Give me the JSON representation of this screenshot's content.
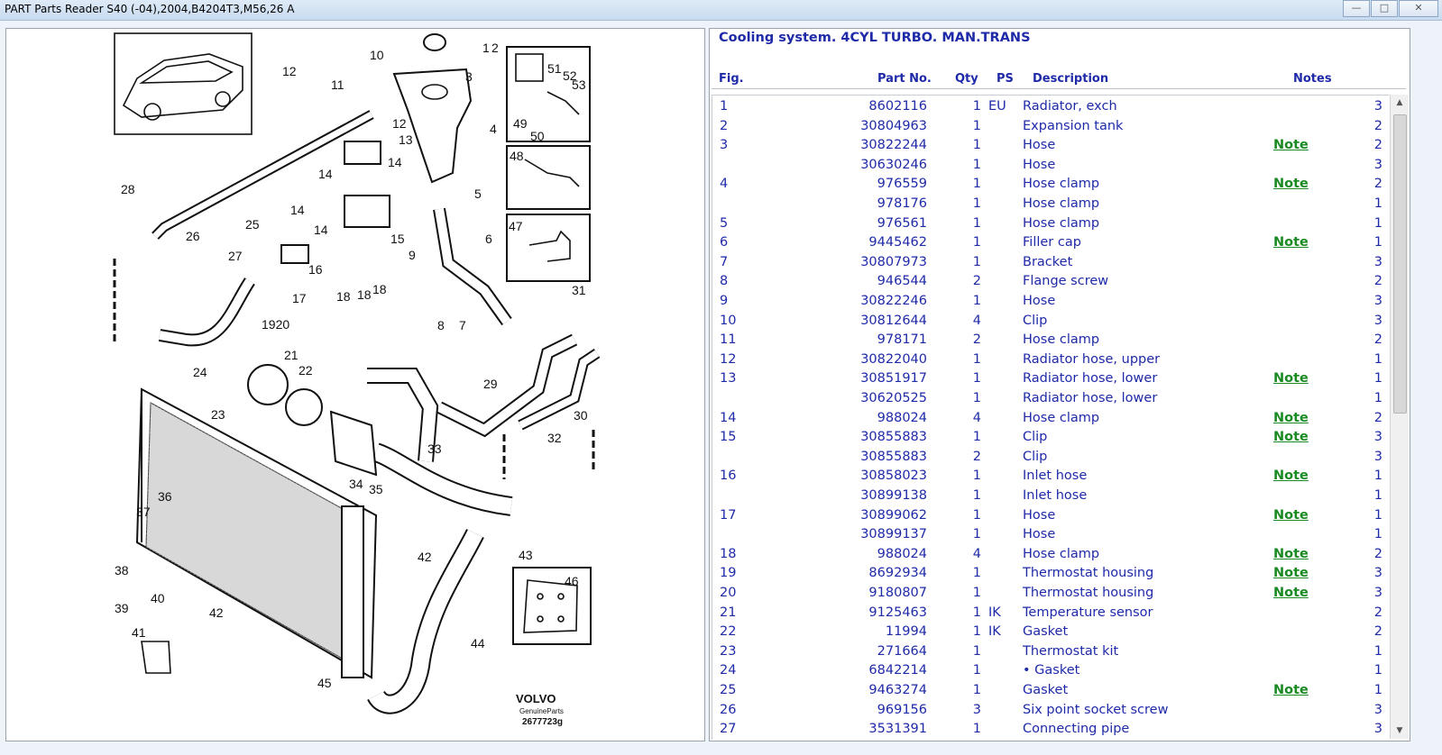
{
  "window": {
    "title": "PART Parts Reader S40 (-04),2004,B4204T3,M56,26 A",
    "buttons": {
      "minimize": "—",
      "maximize": "□",
      "close": "✕"
    }
  },
  "diagram": {
    "callouts": [
      "1",
      "2",
      "3",
      "4",
      "5",
      "6",
      "7",
      "8",
      "9",
      "10",
      "11",
      "12",
      "12",
      "13",
      "14",
      "14",
      "14",
      "14",
      "15",
      "16",
      "17",
      "18",
      "18",
      "18",
      "1920",
      "21",
      "22",
      "23",
      "24",
      "25",
      "26",
      "27",
      "28",
      "29",
      "30",
      "31",
      "32",
      "33",
      "34",
      "35",
      "36",
      "37",
      "38",
      "39",
      "40",
      "41",
      "42",
      "42",
      "43",
      "44",
      "45",
      "46",
      "47",
      "48",
      "49",
      "50",
      "51",
      "52",
      "53"
    ],
    "brand": "VOLVO",
    "brand_sub": "GenuineParts",
    "drawing_no": "2677723g"
  },
  "parts": {
    "section_title": "Cooling system. 4CYL TURBO. MAN.TRANS",
    "headers": {
      "fig": "Fig.",
      "part_no": "Part No.",
      "qty": "Qty",
      "ps": "PS",
      "description": "Description",
      "notes": "Notes"
    },
    "rows": [
      {
        "fig": "1",
        "part": "8602116",
        "qty": "1",
        "ps": "EU",
        "desc": "Radiator, exch",
        "note": "",
        "notes": "3"
      },
      {
        "fig": "2",
        "part": "30804963",
        "qty": "1",
        "ps": "",
        "desc": "Expansion tank",
        "note": "",
        "notes": "2"
      },
      {
        "fig": "3",
        "part": "30822244",
        "qty": "1",
        "ps": "",
        "desc": "Hose",
        "note": "Note",
        "notes": "2"
      },
      {
        "fig": "",
        "part": "30630246",
        "qty": "1",
        "ps": "",
        "desc": "Hose",
        "note": "",
        "notes": "3"
      },
      {
        "fig": "4",
        "part": "976559",
        "qty": "1",
        "ps": "",
        "desc": "Hose clamp",
        "note": "Note",
        "notes": "2"
      },
      {
        "fig": "",
        "part": "978176",
        "qty": "1",
        "ps": "",
        "desc": "Hose clamp",
        "note": "",
        "notes": "1"
      },
      {
        "fig": "5",
        "part": "976561",
        "qty": "1",
        "ps": "",
        "desc": "Hose clamp",
        "note": "",
        "notes": "1"
      },
      {
        "fig": "6",
        "part": "9445462",
        "qty": "1",
        "ps": "",
        "desc": "Filler cap",
        "note": "Note",
        "notes": "1"
      },
      {
        "fig": "7",
        "part": "30807973",
        "qty": "1",
        "ps": "",
        "desc": "Bracket",
        "note": "",
        "notes": "3"
      },
      {
        "fig": "8",
        "part": "946544",
        "qty": "2",
        "ps": "",
        "desc": "Flange screw",
        "note": "",
        "notes": "2"
      },
      {
        "fig": "9",
        "part": "30822246",
        "qty": "1",
        "ps": "",
        "desc": "Hose",
        "note": "",
        "notes": "3"
      },
      {
        "fig": "10",
        "part": "30812644",
        "qty": "4",
        "ps": "",
        "desc": "Clip",
        "note": "",
        "notes": "3"
      },
      {
        "fig": "11",
        "part": "978171",
        "qty": "2",
        "ps": "",
        "desc": "Hose clamp",
        "note": "",
        "notes": "2"
      },
      {
        "fig": "12",
        "part": "30822040",
        "qty": "1",
        "ps": "",
        "desc": "Radiator hose, upper",
        "note": "",
        "notes": "1"
      },
      {
        "fig": "13",
        "part": "30851917",
        "qty": "1",
        "ps": "",
        "desc": "Radiator hose, lower",
        "note": "Note",
        "notes": "1"
      },
      {
        "fig": "",
        "part": "30620525",
        "qty": "1",
        "ps": "",
        "desc": "Radiator hose, lower",
        "note": "",
        "notes": "1"
      },
      {
        "fig": "14",
        "part": "988024",
        "qty": "4",
        "ps": "",
        "desc": "Hose clamp",
        "note": "Note",
        "notes": "2"
      },
      {
        "fig": "15",
        "part": "30855883",
        "qty": "1",
        "ps": "",
        "desc": "Clip",
        "note": "Note",
        "notes": "3"
      },
      {
        "fig": "",
        "part": "30855883",
        "qty": "2",
        "ps": "",
        "desc": "Clip",
        "note": "",
        "notes": "3"
      },
      {
        "fig": "16",
        "part": "30858023",
        "qty": "1",
        "ps": "",
        "desc": "Inlet hose",
        "note": "Note",
        "notes": "1"
      },
      {
        "fig": "",
        "part": "30899138",
        "qty": "1",
        "ps": "",
        "desc": "Inlet hose",
        "note": "",
        "notes": "1"
      },
      {
        "fig": "17",
        "part": "30899062",
        "qty": "1",
        "ps": "",
        "desc": "Hose",
        "note": "Note",
        "notes": "1"
      },
      {
        "fig": "",
        "part": "30899137",
        "qty": "1",
        "ps": "",
        "desc": "Hose",
        "note": "",
        "notes": "1"
      },
      {
        "fig": "18",
        "part": "988024",
        "qty": "4",
        "ps": "",
        "desc": "Hose clamp",
        "note": "Note",
        "notes": "2"
      },
      {
        "fig": "19",
        "part": "8692934",
        "qty": "1",
        "ps": "",
        "desc": "Thermostat housing",
        "note": "Note",
        "notes": "3"
      },
      {
        "fig": "20",
        "part": "9180807",
        "qty": "1",
        "ps": "",
        "desc": "Thermostat housing",
        "note": "Note",
        "notes": "3"
      },
      {
        "fig": "21",
        "part": "9125463",
        "qty": "1",
        "ps": "IK",
        "desc": "Temperature sensor",
        "note": "",
        "notes": "2"
      },
      {
        "fig": "22",
        "part": "11994",
        "qty": "1",
        "ps": "IK",
        "desc": "Gasket",
        "note": "",
        "notes": "2"
      },
      {
        "fig": "23",
        "part": "271664",
        "qty": "1",
        "ps": "",
        "desc": "Thermostat kit",
        "note": "",
        "notes": "1"
      },
      {
        "fig": "24",
        "part": "6842214",
        "qty": "1",
        "ps": "",
        "desc": "• Gasket",
        "note": "",
        "notes": "1"
      },
      {
        "fig": "25",
        "part": "9463274",
        "qty": "1",
        "ps": "",
        "desc": "Gasket",
        "note": "Note",
        "notes": "1"
      },
      {
        "fig": "26",
        "part": "969156",
        "qty": "3",
        "ps": "",
        "desc": "Six point socket screw",
        "note": "",
        "notes": "3"
      },
      {
        "fig": "27",
        "part": "3531391",
        "qty": "1",
        "ps": "",
        "desc": "Connecting pipe",
        "note": "",
        "notes": "3"
      }
    ]
  }
}
